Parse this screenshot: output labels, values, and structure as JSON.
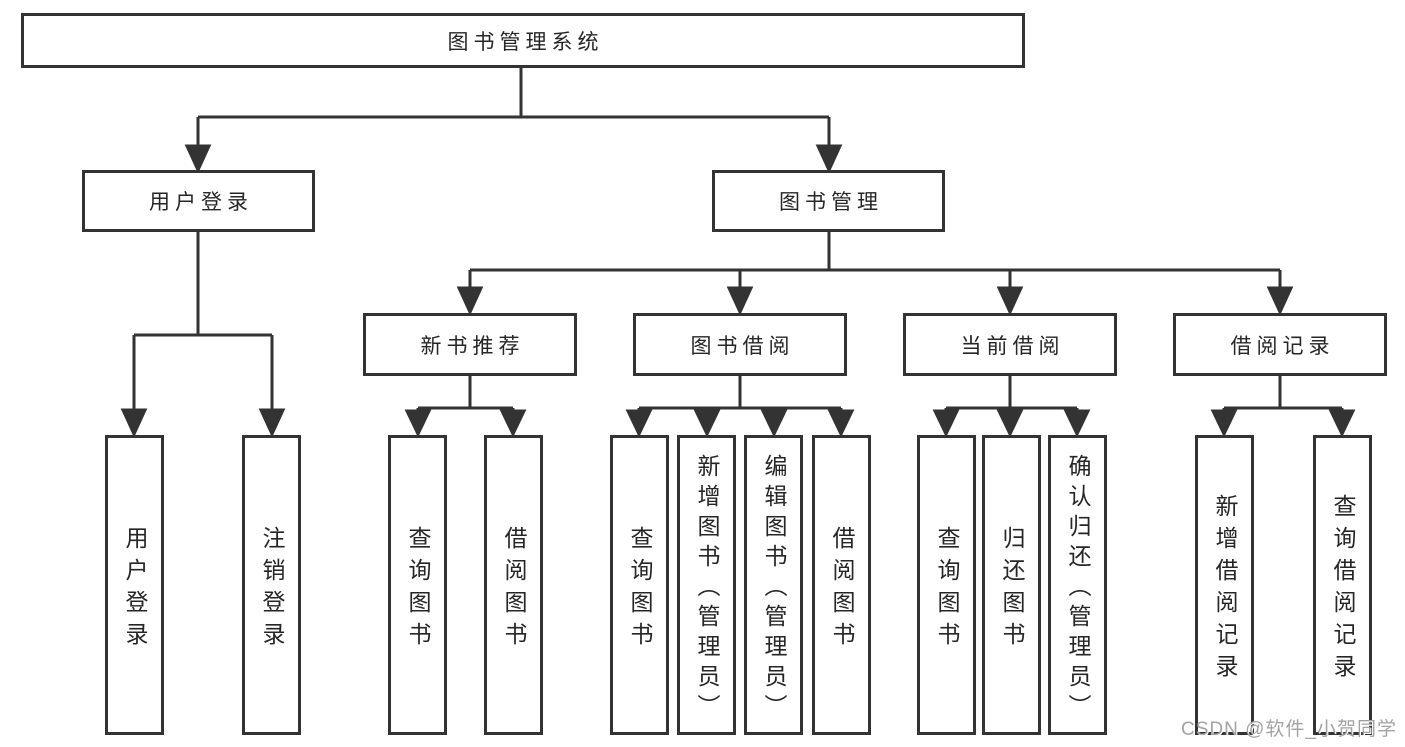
{
  "title": "图书管理系统",
  "watermark": {
    "text": "CSDN @软件_小贺同学"
  },
  "colors": {
    "line": "#333333",
    "box_border": "#333333",
    "text": "#262626",
    "background": "#ffffff",
    "watermark": "#a3a3a3"
  },
  "nodes": {
    "root": {
      "label": "图书管理系统"
    },
    "level1": [
      {
        "label": "用户登录"
      },
      {
        "label": "图书管理"
      }
    ],
    "level2": [
      {
        "label": "新书推荐",
        "parent": "图书管理"
      },
      {
        "label": "图书借阅",
        "parent": "图书管理"
      },
      {
        "label": "当前借阅",
        "parent": "图书管理"
      },
      {
        "label": "借阅记录",
        "parent": "图书管理"
      }
    ],
    "leaves": [
      {
        "label": "用户登录",
        "parent": "用户登录"
      },
      {
        "label": "注销登录",
        "parent": "用户登录"
      },
      {
        "label": "查询图书",
        "parent": "新书推荐"
      },
      {
        "label": "借阅图书",
        "parent": "新书推荐"
      },
      {
        "label": "查询图书",
        "parent": "图书借阅"
      },
      {
        "label": "新增图书（管理员）",
        "parent": "图书借阅"
      },
      {
        "label": "编辑图书（管理员）",
        "parent": "图书借阅"
      },
      {
        "label": "借阅图书",
        "parent": "图书借阅"
      },
      {
        "label": "查询图书",
        "parent": "当前借阅"
      },
      {
        "label": "归还图书",
        "parent": "当前借阅"
      },
      {
        "label": "确认归还（管理员）",
        "parent": "当前借阅"
      },
      {
        "label": "新增借阅记录",
        "parent": "借阅记录"
      },
      {
        "label": "查询借阅记录",
        "parent": "借阅记录"
      }
    ]
  }
}
